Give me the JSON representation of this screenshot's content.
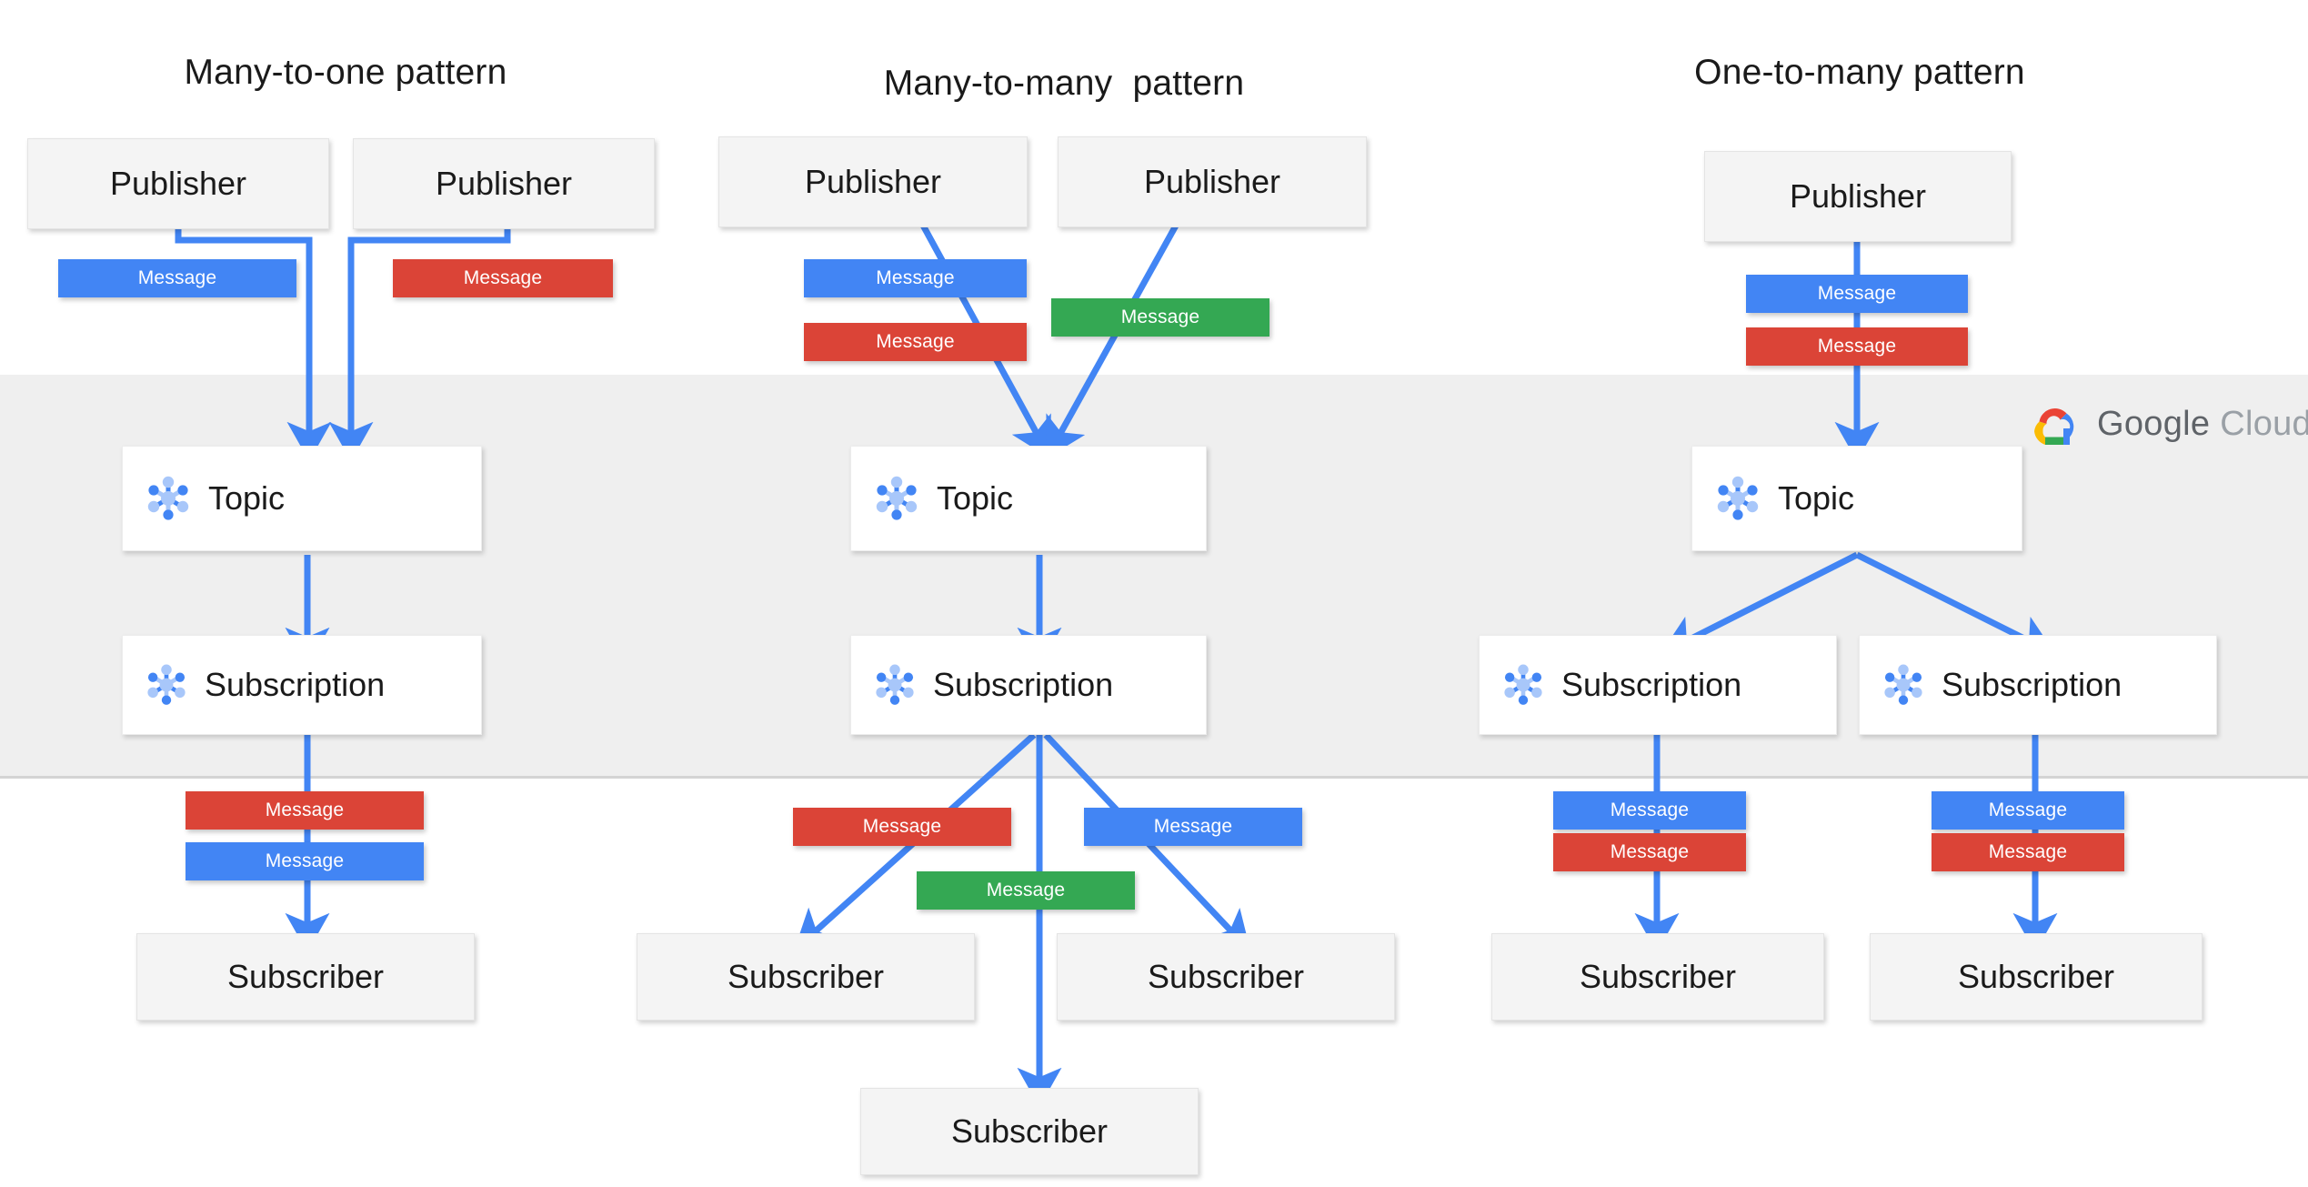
{
  "brand": {
    "logo_icon": "google-cloud-logo-icon",
    "name_primary": "Google",
    "name_secondary": "Cloud",
    "colors": {
      "blue": "#4285F4",
      "red": "#DB4437",
      "green": "#34A853",
      "yellow": "#F4B400",
      "band_gray": "#EFEFEF",
      "node_gray": "#F4F4F4",
      "text": "#1A1A1A",
      "wordmark_gray": "#5F6368"
    }
  },
  "columns": [
    {
      "id": "many-to-one",
      "title": "Many-to-one pattern",
      "publishers": [
        {
          "label": "Publisher"
        },
        {
          "label": "Publisher"
        }
      ],
      "publish_messages": [
        {
          "label": "Message",
          "color": "blue"
        },
        {
          "label": "Message",
          "color": "red"
        }
      ],
      "topic": {
        "label": "Topic",
        "icon": "pubsub-topic-icon"
      },
      "subscriptions": [
        {
          "label": "Subscription",
          "icon": "pubsub-subscription-icon"
        }
      ],
      "deliver_messages": [
        {
          "label": "Message",
          "color": "red"
        },
        {
          "label": "Message",
          "color": "blue"
        }
      ],
      "subscribers": [
        {
          "label": "Subscriber"
        }
      ]
    },
    {
      "id": "many-to-many",
      "title": "Many-to-many  pattern",
      "publishers": [
        {
          "label": "Publisher"
        },
        {
          "label": "Publisher"
        }
      ],
      "publish_messages": [
        {
          "label": "Message",
          "color": "blue"
        },
        {
          "label": "Message",
          "color": "red"
        },
        {
          "label": "Message",
          "color": "green"
        }
      ],
      "topic": {
        "label": "Topic",
        "icon": "pubsub-topic-icon"
      },
      "subscriptions": [
        {
          "label": "Subscription",
          "icon": "pubsub-subscription-icon"
        }
      ],
      "deliver_messages": [
        {
          "label": "Message",
          "color": "red"
        },
        {
          "label": "Message",
          "color": "blue"
        },
        {
          "label": "Message",
          "color": "green"
        }
      ],
      "subscribers": [
        {
          "label": "Subscriber"
        },
        {
          "label": "Subscriber"
        },
        {
          "label": "Subscriber"
        }
      ]
    },
    {
      "id": "one-to-many",
      "title": "One-to-many pattern",
      "publishers": [
        {
          "label": "Publisher"
        }
      ],
      "publish_messages": [
        {
          "label": "Message",
          "color": "blue"
        },
        {
          "label": "Message",
          "color": "red"
        }
      ],
      "topic": {
        "label": "Topic",
        "icon": "pubsub-topic-icon"
      },
      "subscriptions": [
        {
          "label": "Subscription",
          "icon": "pubsub-subscription-icon"
        },
        {
          "label": "Subscription",
          "icon": "pubsub-subscription-icon"
        }
      ],
      "deliver_messages": [
        {
          "label": "Message",
          "color": "blue"
        },
        {
          "label": "Message",
          "color": "red"
        },
        {
          "label": "Message",
          "color": "blue"
        },
        {
          "label": "Message",
          "color": "red"
        }
      ],
      "subscribers": [
        {
          "label": "Subscriber"
        },
        {
          "label": "Subscriber"
        }
      ]
    }
  ]
}
